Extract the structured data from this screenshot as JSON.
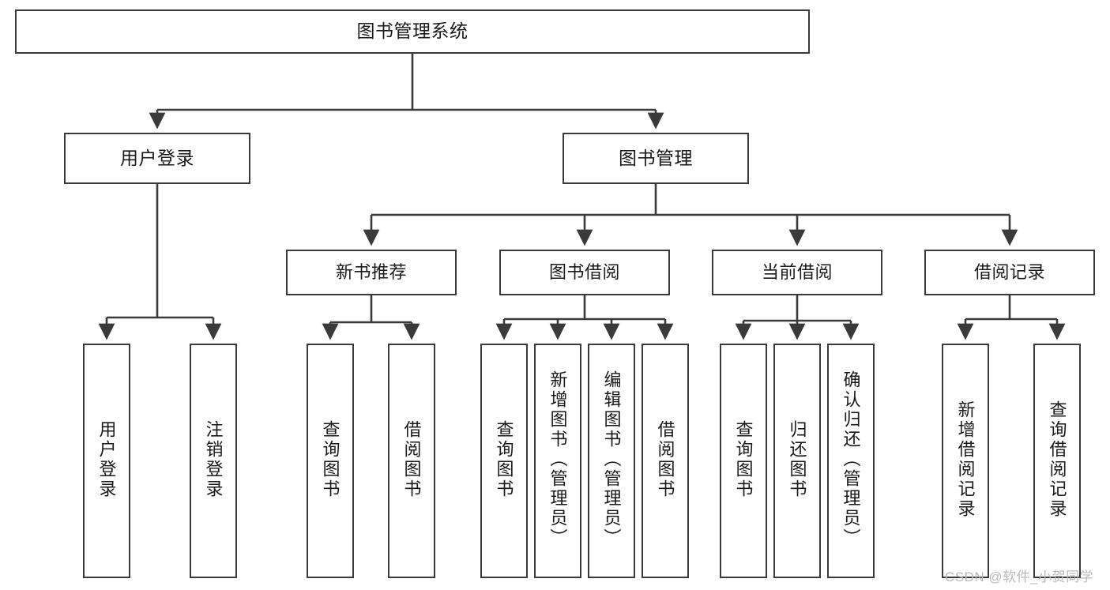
{
  "diagram": {
    "title": "图书管理系统",
    "type": "tree-hierarchy-diagram",
    "colors": {
      "box_border": "#3a3a3a",
      "box_fill": "#ffffff",
      "connector": "#3a3a3a",
      "text": "#1a1a1a",
      "watermark": "#b9b9b9",
      "background": "#ffffff"
    },
    "root": {
      "label": "图书管理系统"
    },
    "level2": [
      {
        "id": "user-login",
        "label": "用户登录"
      },
      {
        "id": "book-management",
        "label": "图书管理"
      }
    ],
    "level3": [
      {
        "id": "new-book-recommend",
        "label": "新书推荐"
      },
      {
        "id": "book-borrow",
        "label": "图书借阅"
      },
      {
        "id": "current-borrow",
        "label": "当前借阅"
      },
      {
        "id": "borrow-record",
        "label": "借阅记录"
      }
    ],
    "leaves": [
      {
        "id": "leaf-user-login",
        "label": "用户登录",
        "parent": "user-login"
      },
      {
        "id": "leaf-logout",
        "label": "注销登录",
        "parent": "user-login"
      },
      {
        "id": "leaf-query-book-1",
        "label": "查询图书",
        "parent": "new-book-recommend"
      },
      {
        "id": "leaf-borrow-book-1",
        "label": "借阅图书",
        "parent": "new-book-recommend"
      },
      {
        "id": "leaf-query-book-2",
        "label": "查询图书",
        "parent": "book-borrow"
      },
      {
        "id": "leaf-add-book",
        "label": "新增图书（管理员）",
        "parent": "book-borrow"
      },
      {
        "id": "leaf-edit-book",
        "label": "编辑图书（管理员）",
        "parent": "book-borrow"
      },
      {
        "id": "leaf-borrow-book-2",
        "label": "借阅图书",
        "parent": "book-borrow"
      },
      {
        "id": "leaf-query-book-3",
        "label": "查询图书",
        "parent": "current-borrow"
      },
      {
        "id": "leaf-return-book",
        "label": "归还图书",
        "parent": "current-borrow"
      },
      {
        "id": "leaf-confirm-return",
        "label": "确认归还（管理员）",
        "parent": "current-borrow"
      },
      {
        "id": "leaf-add-record",
        "label": "新增借阅记录",
        "parent": "borrow-record"
      },
      {
        "id": "leaf-query-record",
        "label": "查询借阅记录",
        "parent": "borrow-record"
      }
    ],
    "watermark": "CSDN @软件_小贺同学"
  }
}
